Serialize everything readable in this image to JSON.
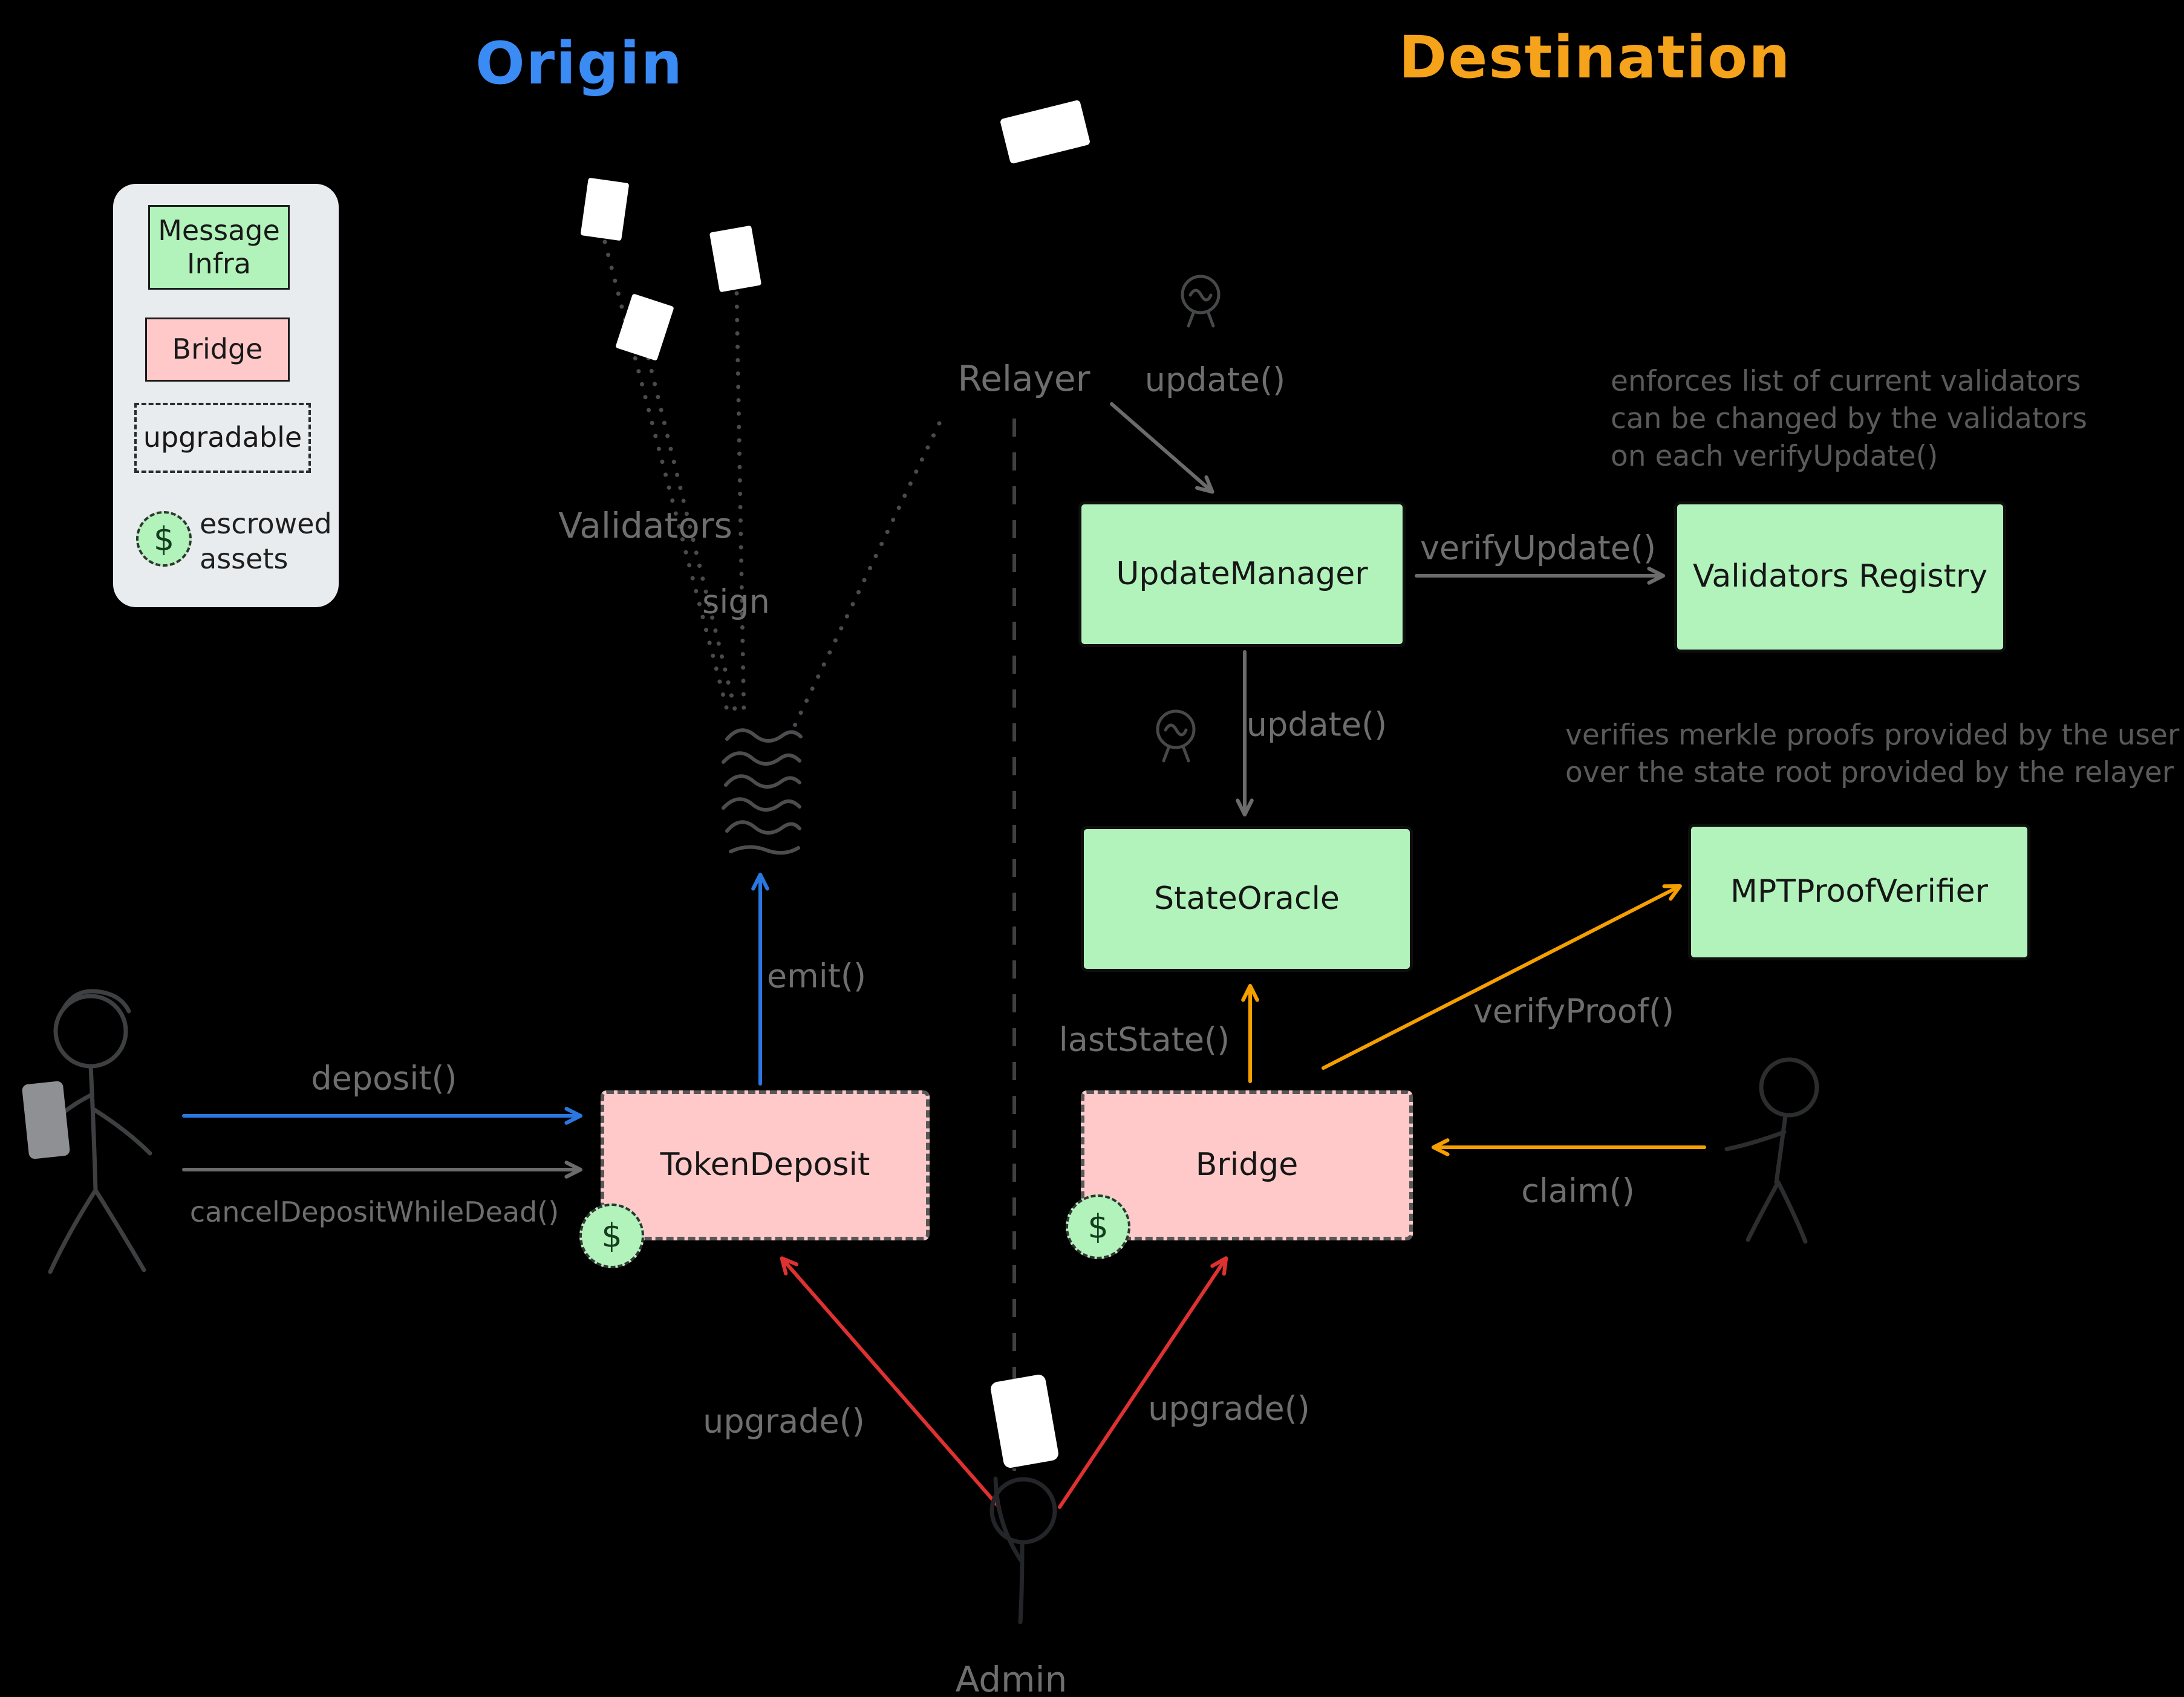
{
  "titles": {
    "origin": "Origin",
    "destination": "Destination"
  },
  "legend": {
    "message_infra": "Message Infra",
    "bridge": "Bridge",
    "upgradable": "upgradable",
    "escrowed_assets": "escrowed assets"
  },
  "symbols": {
    "dollar": "$"
  },
  "actors": {
    "relayer": "Relayer",
    "validators": "Validators",
    "admin": "Admin"
  },
  "nodes": {
    "update_manager": "UpdateManager",
    "validators_registry": "Validators Registry",
    "state_oracle": "StateOracle",
    "mpt_proof_verifier": "MPTProofVerifier",
    "token_deposit": "TokenDeposit",
    "bridge": "Bridge"
  },
  "labels": {
    "update_relayer": "update()",
    "verify_update": "verifyUpdate()",
    "update_oracle": "update()",
    "last_state": "lastState()",
    "verify_proof": "verifyProof()",
    "claim": "claim()",
    "deposit": "deposit()",
    "cancel_deposit": "cancelDepositWhileDead()",
    "emit": "emit()",
    "sign": "sign",
    "upgrade_left": "upgrade()",
    "upgrade_right": "upgrade()"
  },
  "annotations": {
    "validators_registry_note": [
      "enforces list of current validators",
      "can be changed by the validators",
      "on each verifyUpdate()"
    ],
    "proof_verifier_note": [
      "verifies merkle proofs provided by the user",
      "over the state root provided by the relayer"
    ]
  },
  "colors": {
    "bg": "#000000",
    "green": "#b2f2bb",
    "pink": "#ffc9c9",
    "legend-bg": "#e9ecef",
    "box-ink": "#161616",
    "title-blue": "#3b8bf5",
    "title-orange": "#f5a31b",
    "blue": "#2b77e0",
    "orange": "#f59f00",
    "red": "#e03131",
    "arrow-gray": "#6b6b6b",
    "label": "#6e6e6e",
    "note": "#5a5a5a"
  }
}
